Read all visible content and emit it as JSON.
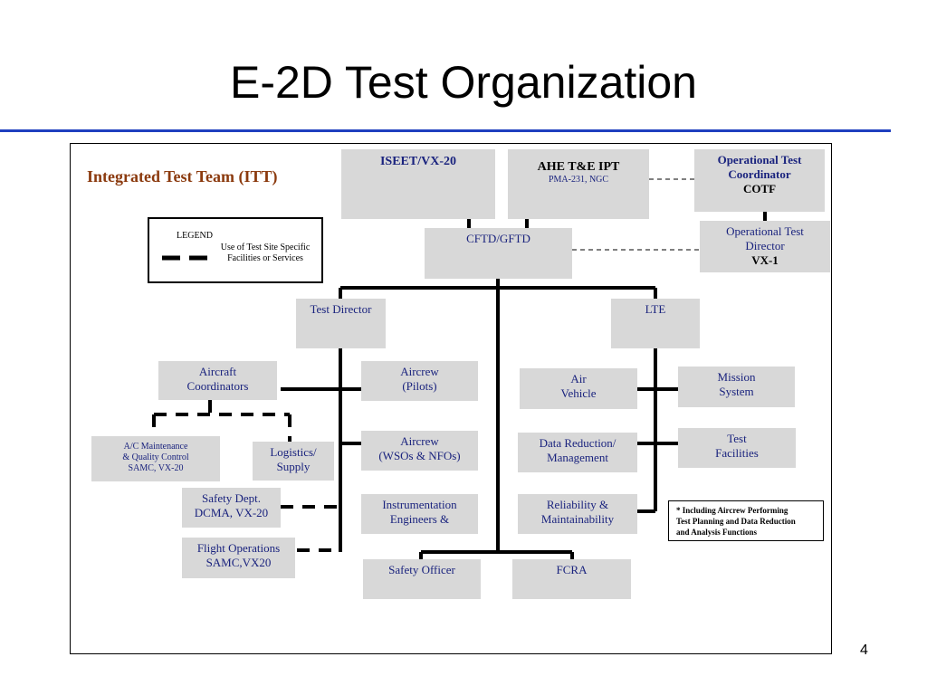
{
  "title": "E-2D Test Organization",
  "page_number": "4",
  "itt_label": "Integrated Test Team (ITT)",
  "legend": {
    "title": "LEGEND",
    "line1": "Use of Test Site Specific",
    "line2": "Facilities or Services"
  },
  "boxes": {
    "iseet": "ISEET/VX-20",
    "ahe": {
      "line1": "AHE T&E IPT",
      "line2": "PMA-231, NGC"
    },
    "otc": {
      "line1": "Operational Test",
      "line2": "Coordinator",
      "line3": "COTF"
    },
    "otd": {
      "line1": "Operational Test",
      "line2": "Director",
      "line3": "VX-1"
    },
    "cftd": "CFTD/GFTD",
    "test_director": "Test Director",
    "lte": "LTE",
    "aircraft_coord": {
      "line1": "Aircraft",
      "line2": "Coordinators"
    },
    "aircrew_pilots": {
      "line1": "Aircrew",
      "line2": "(Pilots)"
    },
    "air_vehicle": {
      "line1": "Air",
      "line2": "Vehicle"
    },
    "mission_system": {
      "line1": "Mission",
      "line2": "System"
    },
    "ac_maint": {
      "line1": "A/C Maintenance",
      "line2": "& Quality Control",
      "line3": "SAMC, VX-20"
    },
    "logistics": {
      "line1": "Logistics/",
      "line2": "Supply"
    },
    "aircrew_wsos": {
      "line1": "Aircrew",
      "line2": "(WSOs & NFOs)"
    },
    "data_reduction": {
      "line1": "Data Reduction/",
      "line2": "Management"
    },
    "test_facilities": {
      "line1": "Test",
      "line2": "Facilities"
    },
    "safety_dept": {
      "line1": "Safety Dept.",
      "line2": "DCMA, VX-20"
    },
    "instrumentation": {
      "line1": "Instrumentation",
      "line2": "Engineers &"
    },
    "reliability": {
      "line1": "Reliability &",
      "line2": "Maintainability"
    },
    "flight_ops": {
      "line1": "Flight Operations",
      "line2": "SAMC,VX20"
    },
    "safety_officer": "Safety Officer",
    "fcra": "FCRA"
  },
  "note": {
    "line1": "* Including Aircrew Performing",
    "line2": "Test Planning and Data Reduction",
    "line3": "and Analysis Functions"
  },
  "colors": {
    "box_fill": "#d8d8d8",
    "box_text": "#1a237e",
    "title_rule": "#1f3fbf",
    "itt_label": "#8b3a0e"
  }
}
